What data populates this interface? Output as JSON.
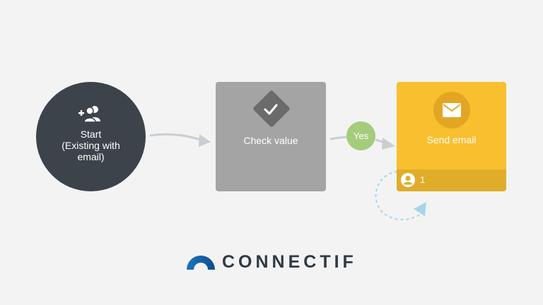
{
  "nodes": {
    "start": {
      "label": "Start\n(Existing with\nemail)",
      "icon": "add-users-icon",
      "color": "#3c434a"
    },
    "check": {
      "label": "Check value",
      "icon": "checkmark-diamond-icon",
      "color": "#a4a4a4"
    },
    "email": {
      "label": "Send email",
      "icon": "envelope-icon",
      "color": "#f8bf2f",
      "footer_icon": "user-circle-icon",
      "count": "1"
    }
  },
  "edges": {
    "yes_label": "Yes",
    "yes_color": "#a5cc7c",
    "arrow_color": "#c9ced3",
    "loop_color": "#a8d5ea"
  },
  "brand": {
    "name": "CONNECTIF",
    "logo_icon": "connectif-arc-logo",
    "colors": [
      "#1e73be",
      "#2f3a44"
    ]
  }
}
